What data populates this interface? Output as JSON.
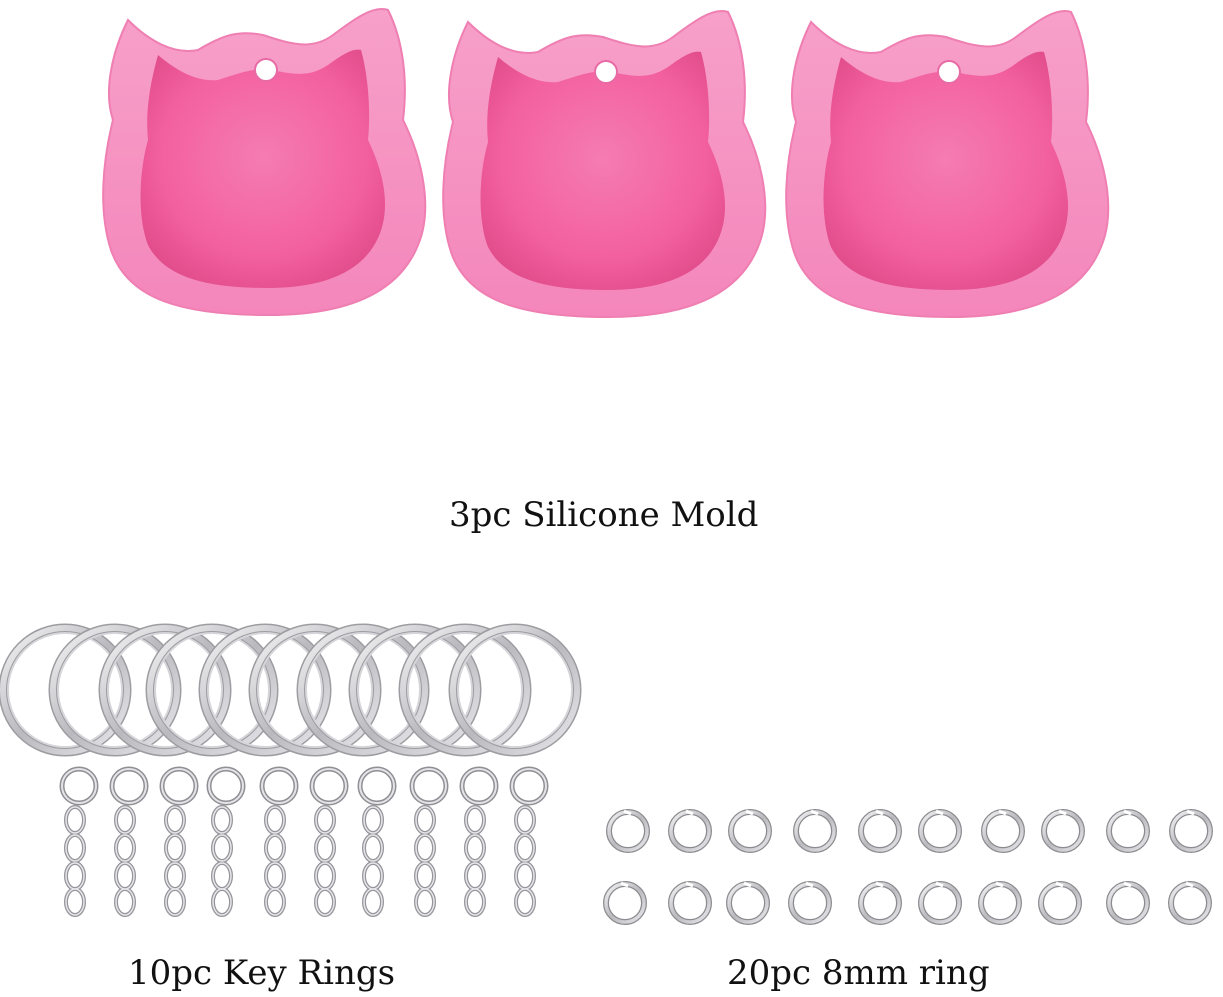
{
  "captions": {
    "molds": "3pc Silicone Mold",
    "key_rings": "10pc Key Rings",
    "jump_rings": "20pc 8mm ring"
  },
  "product": {
    "mold_count": 3,
    "mold_shape": "cat-head",
    "key_ring_count": 10,
    "jump_ring_count": 20
  },
  "colors": {
    "mold_outer": "#f58bbf",
    "mold_inner": "#f3609f",
    "mold_hole": "#ffffff",
    "metal_light": "#e6e6e8",
    "metal_dark": "#8c8c90",
    "caption": "#111111",
    "background": "#ffffff"
  }
}
